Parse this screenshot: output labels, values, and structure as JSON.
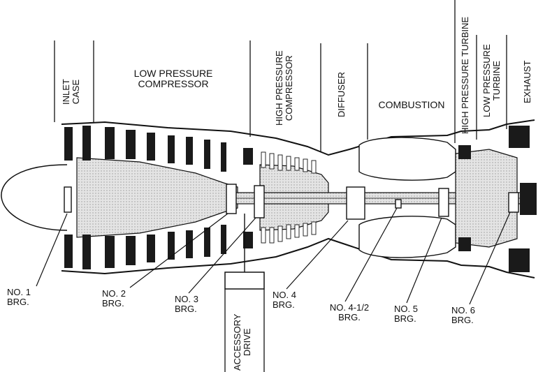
{
  "sections": {
    "inlet_case": [
      "INLET",
      "CASE"
    ],
    "low_pressure_compressor": [
      "LOW PRESSURE",
      "COMPRESSOR"
    ],
    "high_pressure_compressor": [
      "HIGH PRESSURE",
      "COMPRESSOR"
    ],
    "diffuser": "DIFFUSER",
    "combustion": "COMBUSTION",
    "high_pressure_turbine": "HIGH PRESSURE TURBINE",
    "low_pressure_turbine": [
      "LOW PRESSURE",
      "TURBINE"
    ],
    "exhaust": "EXHAUST"
  },
  "bearings": {
    "no1": [
      "NO. 1",
      "BRG."
    ],
    "no2": [
      "NO. 2",
      "BRG."
    ],
    "no3": [
      "NO. 3",
      "BRG."
    ],
    "no4": [
      "NO. 4",
      "BRG."
    ],
    "no4_5": [
      "NO. 4-1/2",
      "BRG."
    ],
    "no5": [
      "NO. 5",
      "BRG."
    ],
    "no6": [
      "NO. 6",
      "BRG."
    ]
  },
  "accessory_drive": [
    "ACCESSORY",
    "DRIVE"
  ]
}
